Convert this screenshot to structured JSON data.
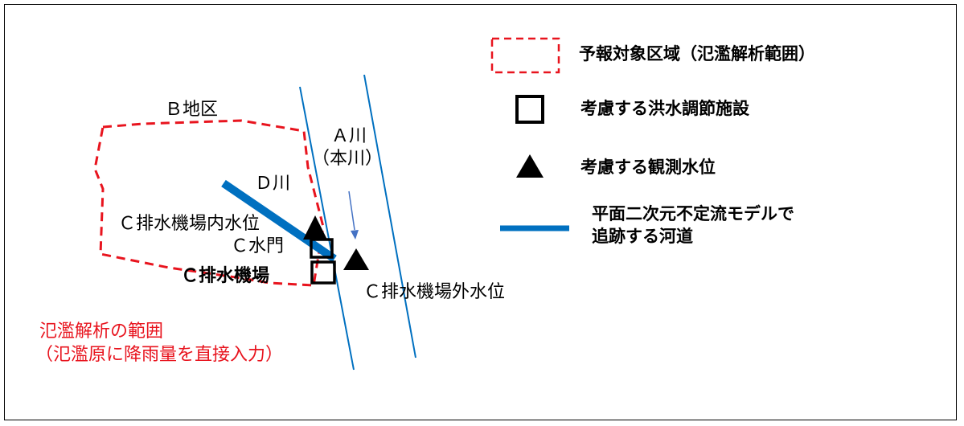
{
  "labels": {
    "district_b": "Ｂ地区",
    "river_a_line1": "Ａ川",
    "river_a_line2": "（本川）",
    "river_d": "Ｄ川",
    "pump_inner_level": "Ｃ排水機場内水位",
    "gate_c": "Ｃ水門",
    "pump_station_c": "Ｃ排水機場",
    "pump_outer_level": "Ｃ排水機場外水位",
    "flood_range_title": "氾濫解析の範囲",
    "flood_range_note": "（氾濫原に降雨量を直接入力）"
  },
  "legend": {
    "forecast_area": "予報対象区域（氾濫解析範囲）",
    "flood_control_facility": "考慮する洪水調節施設",
    "observed_level": "考慮する観測水位",
    "model_line1": "平面二次元不定流モデルで",
    "model_line2": "追跡する河道"
  },
  "colors": {
    "boundary_red": "#e8141e",
    "river_blue": "#0070c0",
    "arrow_blue": "#4472c4"
  }
}
